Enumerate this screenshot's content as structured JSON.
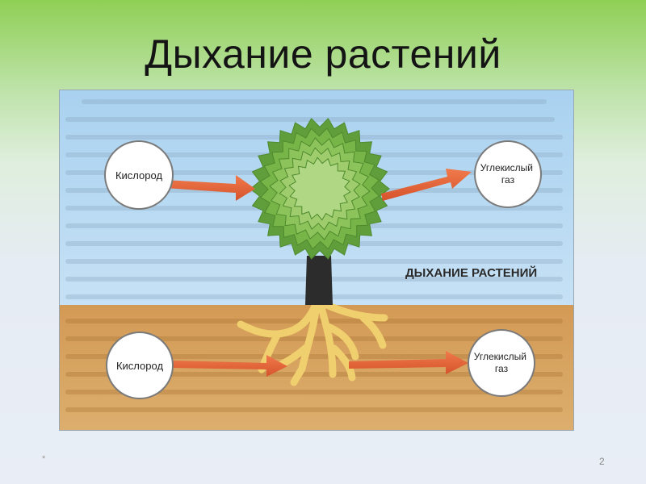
{
  "slide": {
    "title": "Дыхание растений",
    "footer_mark": "*",
    "number": "2"
  },
  "diagram": {
    "caption": "ДЫХАНИЕ РАСТЕНИЙ",
    "leaf_input_label": "Кислород",
    "leaf_output_label": [
      "Углекислый",
      "газ"
    ],
    "root_input_label": "Кислород",
    "root_output_label": [
      "Углекислый",
      "газ"
    ],
    "colors": {
      "sky": "#b4d7f0",
      "soil": "#d6a25e",
      "arrow": "#e8643c",
      "crown": "#7fbf4d",
      "roots": "#f3d57a",
      "trunk": "#2c2c2c"
    }
  }
}
